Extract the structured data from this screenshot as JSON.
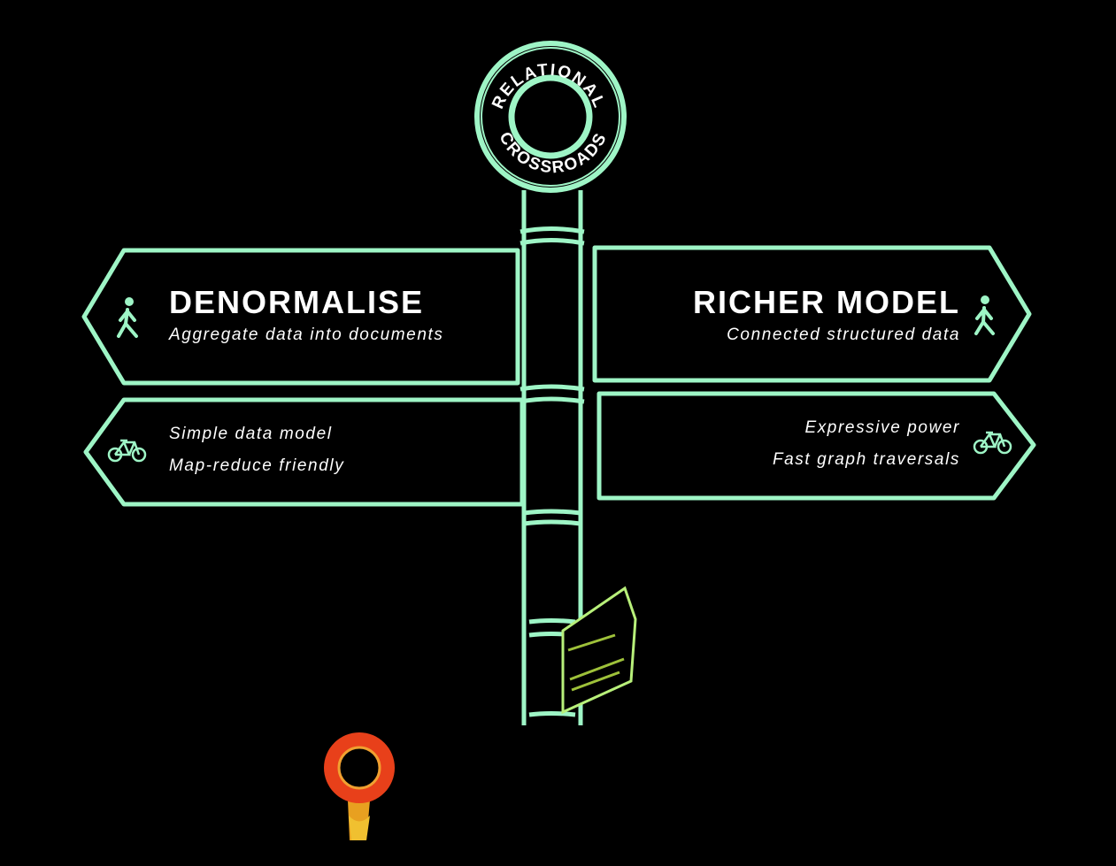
{
  "roundel": {
    "top_text": "RELATIONAL",
    "bottom_text": "CROSSROADS"
  },
  "signs": {
    "left_top": {
      "title": "DENORMALISE",
      "subtitle": "Aggregate data into documents",
      "icon": "pedestrian-icon"
    },
    "right_top": {
      "title": "RICHER MODEL",
      "subtitle": "Connected structured data",
      "icon": "pedestrian-icon"
    },
    "left_bottom": {
      "lines": [
        "Simple data model",
        "Map-reduce friendly"
      ],
      "icon": "bicycle-icon"
    },
    "right_bottom": {
      "lines": [
        "Expressive power",
        "Fast graph traversals"
      ],
      "icon": "bicycle-icon"
    }
  },
  "colors": {
    "outline": "#9ef5c6",
    "background": "#000000",
    "text": "#ffffff",
    "distant_roundel": "#e8401a"
  }
}
